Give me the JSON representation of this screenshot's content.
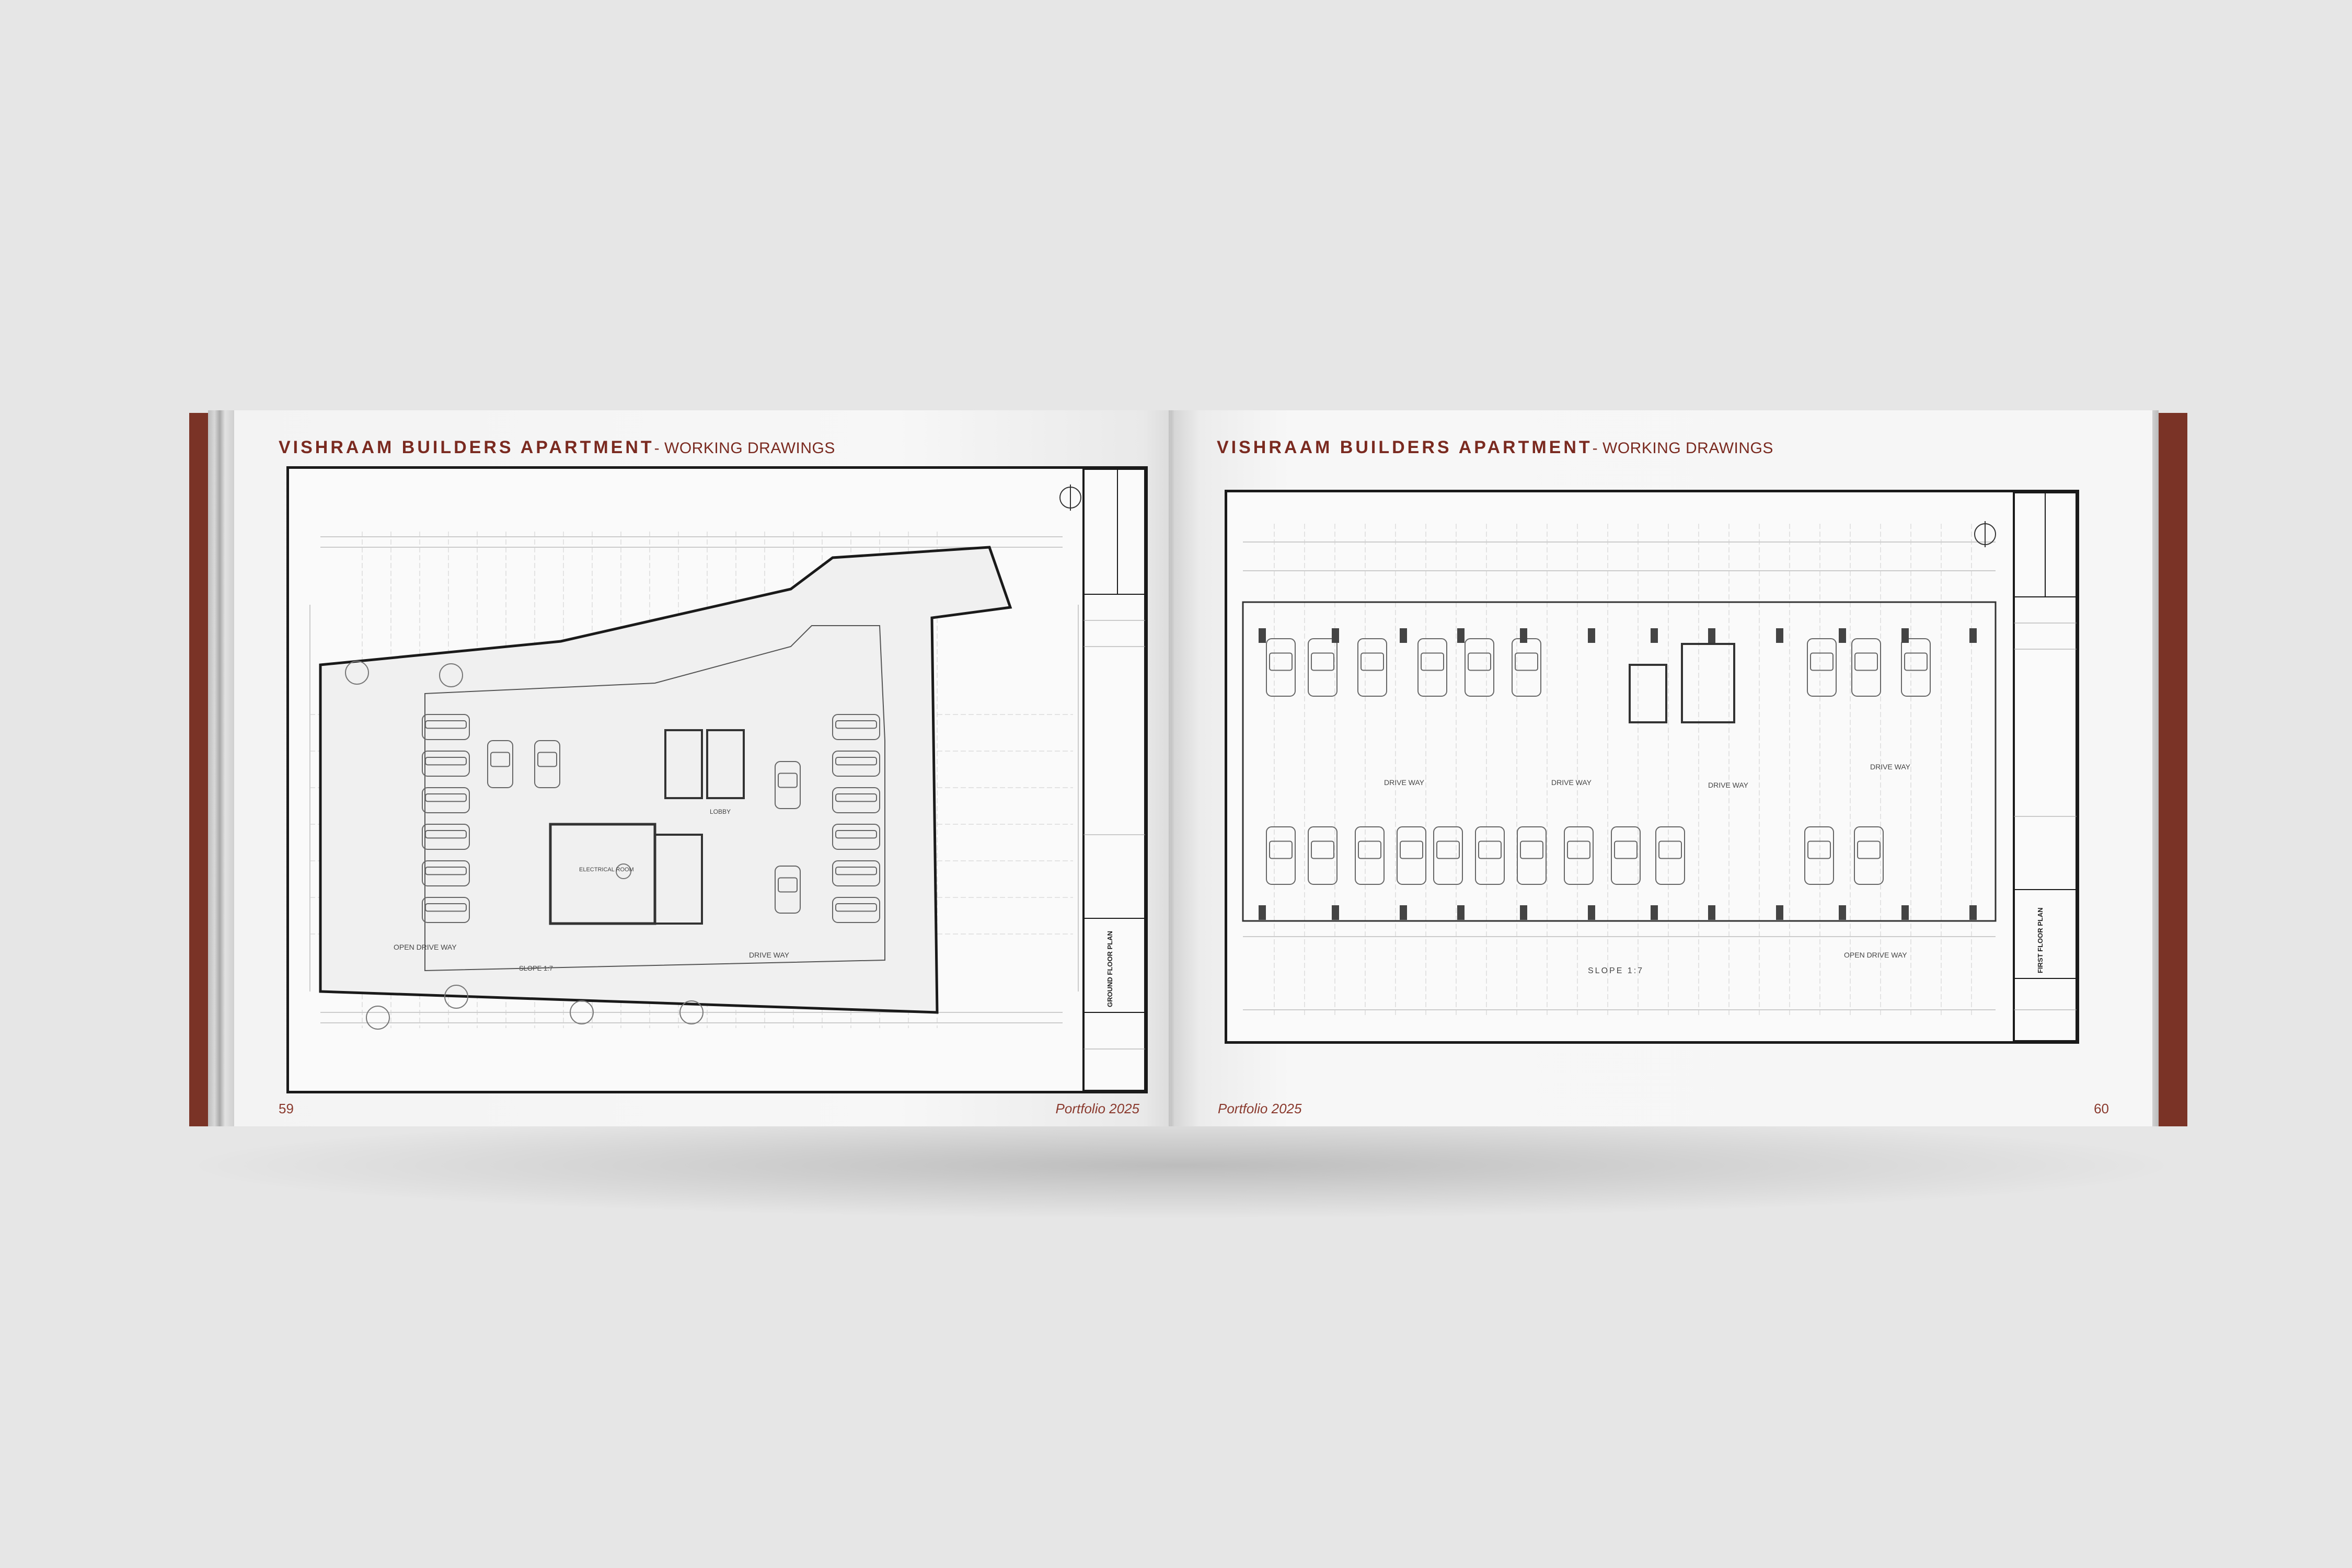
{
  "book": {
    "left_page": {
      "header_bold": "VISHRAAM BUILDERS APARTMENT",
      "header_light": "- WORKING DRAWINGS",
      "page_number": "59",
      "footer_label": "Portfolio 2025",
      "drawing_title": "GROUND FLOOR PLAN",
      "drawing_labels": [
        "OPEN DRIVE WAY",
        "DRIVE WAY",
        "LOBBY",
        "ELECTRICAL ROOM",
        "SLOPE 1:7"
      ]
    },
    "right_page": {
      "header_bold": "VISHRAAM BUILDERS APARTMENT",
      "header_light": "- WORKING DRAWINGS",
      "page_number": "60",
      "footer_label": "Portfolio 2025",
      "drawing_title": "FIRST FLOOR PLAN",
      "drawing_labels": [
        "DRIVE WAY",
        "DRIVE WAY",
        "DRIVE WAY",
        "DRIVE WAY",
        "OPEN DRIVE WAY",
        "SLOPE 1:7"
      ]
    }
  },
  "colors": {
    "accent": "#7a2a20",
    "cover": "#7a3326",
    "background": "#e6e6e6",
    "paper": "#f6f6f6",
    "ink": "#1a1a1a"
  }
}
